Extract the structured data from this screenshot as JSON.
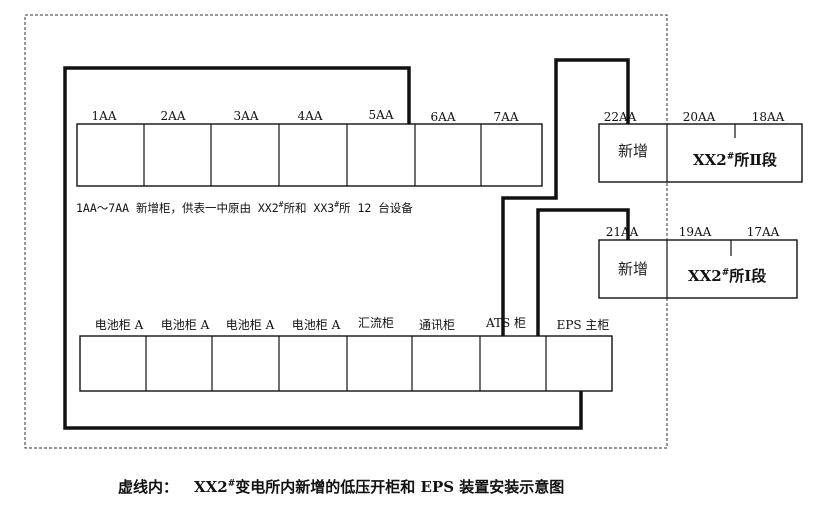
{
  "top_row": {
    "cabinets": [
      "1AA",
      "2AA",
      "3AA",
      "4AA",
      "5AA",
      "6AA",
      "7AA"
    ]
  },
  "note": {
    "prefix": "1AA～7AA 新增柜，供表一中原由 XX2",
    "sup1": "#",
    "mid": "所和 XX3",
    "sup2": "#",
    "suffix": "所 12 台设备"
  },
  "section_ii": {
    "new_label": "新增",
    "new_code": "22AA",
    "codes": [
      "20AA",
      "18AA"
    ],
    "name_prefix": "XX2",
    "name_sup": "#",
    "name_suffix": "所Ⅱ段"
  },
  "section_i": {
    "new_label": "新增",
    "new_code": "21AA",
    "codes": [
      "19AA",
      "17AA"
    ],
    "name_prefix": "XX2",
    "name_sup": "#",
    "name_suffix": "所Ⅰ段"
  },
  "bottom_row": {
    "cabinets": [
      "电池柜 A",
      "电池柜 A",
      "电池柜 A",
      "电池柜 A",
      "汇流柜",
      "通讯柜",
      "ATS 柜",
      "EPS 主柜"
    ]
  },
  "caption": {
    "lead": "虚线内：",
    "text_prefix": "XX2",
    "text_sup": "#",
    "text_suffix": "变电所内新增的低压开柜和 EPS 装置安装示意图"
  }
}
